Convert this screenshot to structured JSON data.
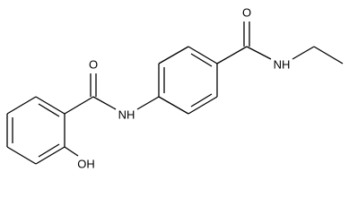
{
  "molecule": {
    "labels": {
      "o_carbonyl_left": "O",
      "nh_left": "NH",
      "oh": "OH",
      "o_carbonyl_right": "O",
      "nh_right": "NH"
    }
  }
}
